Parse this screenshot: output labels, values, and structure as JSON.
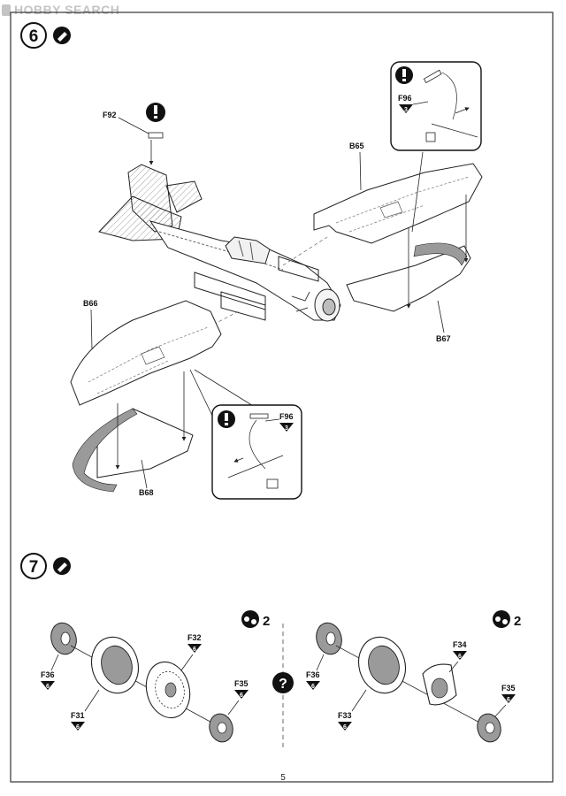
{
  "watermark": {
    "text": "HOBBY SEARCH"
  },
  "page_number": "5",
  "step6": {
    "number": "6",
    "callouts": {
      "f92": "F92",
      "b65": "B65",
      "b66": "B66",
      "b67": "B67",
      "b68": "B68",
      "f96_top": "F96",
      "f96_top_qty": "3",
      "f96_bottom": "F96",
      "f96_bottom_qty": "3"
    }
  },
  "step7": {
    "number": "7",
    "left": {
      "assemble_count": "2",
      "f36": "F36",
      "f36_qty": "6",
      "f31": "F31",
      "f31_qty": "6",
      "f32": "F32",
      "f32_qty": "6",
      "f35": "F35",
      "f35_qty": "6"
    },
    "right": {
      "assemble_count": "2",
      "f36": "F36",
      "f36_qty": "6",
      "f33": "F33",
      "f33_qty": "6",
      "f34": "F34",
      "f34_qty": "6",
      "f35": "F35",
      "f35_qty": "6"
    }
  }
}
